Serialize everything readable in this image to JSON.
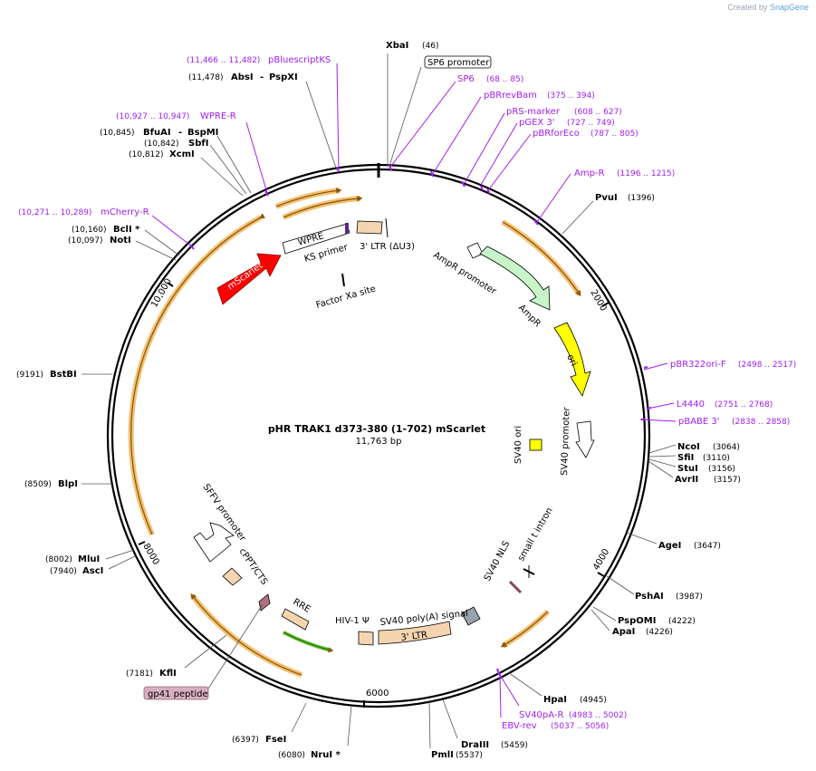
{
  "credit": {
    "prefix": "Created by",
    "brand": "SnapGene"
  },
  "plasmid": {
    "name": "pHR TRAK1 d373-380 (1-702) mScarlet",
    "length": "11,763 bp",
    "total_bp": 11763
  },
  "ticks": [
    {
      "bp": 2000,
      "label": "2000"
    },
    {
      "bp": 4000,
      "label": "4000"
    },
    {
      "bp": 6000,
      "label": "6000"
    },
    {
      "bp": 8000,
      "label": "8000"
    },
    {
      "bp": 10000,
      "label": "10,000"
    }
  ],
  "enzymes": [
    {
      "name": "XbaI",
      "pos": "(46)"
    },
    {
      "name": "AbsI",
      "name2": "PspXI",
      "pos": "(11,478)"
    },
    {
      "name": "BfuAI",
      "name2": "BspMI",
      "pos": "(10,845)"
    },
    {
      "name": "SbfI",
      "pos": "(10,842)"
    },
    {
      "name": "XcmI",
      "pos": "(10,812)"
    },
    {
      "name": "BclI *",
      "pos": "(10,160)"
    },
    {
      "name": "NotI",
      "pos": "(10,097)"
    },
    {
      "name": "BstBI",
      "pos": "(9191)"
    },
    {
      "name": "BlpI",
      "pos": "(8509)"
    },
    {
      "name": "MluI",
      "pos": "(8002)"
    },
    {
      "name": "AscI",
      "pos": "(7940)"
    },
    {
      "name": "KflI",
      "pos": "(7181)"
    },
    {
      "name": "FseI",
      "pos": "(6397)"
    },
    {
      "name": "NruI *",
      "pos": "(6080)"
    },
    {
      "name": "PmlI",
      "pos": "(5537)"
    },
    {
      "name": "DraIII",
      "pos": "(5459)"
    },
    {
      "name": "HpaI",
      "pos": "(4945)"
    },
    {
      "name": "PspOMI",
      "pos": "(4222)"
    },
    {
      "name": "ApaI",
      "pos": "(4226)"
    },
    {
      "name": "PshAI",
      "pos": "(3987)"
    },
    {
      "name": "AgeI",
      "pos": "(3647)"
    },
    {
      "name": "NcoI",
      "pos": "(3064)"
    },
    {
      "name": "SfiI",
      "pos": "(3110)"
    },
    {
      "name": "StuI",
      "pos": "(3156)"
    },
    {
      "name": "AvrII",
      "pos": "(3157)"
    },
    {
      "name": "PvuI",
      "pos": "(1396)"
    }
  ],
  "primers": [
    {
      "name": "pBluescriptKS",
      "pos": "(11,466 .. 11,482)"
    },
    {
      "name": "WPRE-R",
      "pos": "(10,927 .. 10,947)"
    },
    {
      "name": "mCherry-R",
      "pos": "(10,271 .. 10,289)"
    },
    {
      "name": "SP6",
      "pos": "(68 .. 85)"
    },
    {
      "name": "pBRrevBam",
      "pos": "(375 .. 394)"
    },
    {
      "name": "pRS-marker",
      "pos": "(608 .. 627)"
    },
    {
      "name": "pGEX 3'",
      "pos": "(727 .. 749)"
    },
    {
      "name": "pBRforEco",
      "pos": "(787 .. 805)"
    },
    {
      "name": "Amp-R",
      "pos": "(1196 .. 1215)"
    },
    {
      "name": "pBR322ori-F",
      "pos": "(2498 .. 2517)"
    },
    {
      "name": "L4440",
      "pos": "(2751 .. 2768)"
    },
    {
      "name": "pBABE 3'",
      "pos": "(2838 .. 2858)"
    },
    {
      "name": "SV40pA-R",
      "pos": "(4983 .. 5002)"
    },
    {
      "name": "EBV-rev",
      "pos": "(5037 .. 5056)"
    }
  ],
  "features": {
    "sp6_promoter": "SP6 promoter",
    "gp41_peptide": "gp41 peptide",
    "wpre": "WPRE",
    "ks_primer": "KS primer",
    "ltr3": "3' LTR (ΔU3)",
    "factor_xa": "Factor Xa site",
    "mscarlet": "mScarlet",
    "ampr_promoter": "AmpR promoter",
    "ampr": "AmpR",
    "ori": "ori",
    "sv40_ori": "SV40 ori",
    "sv40_promoter": "SV40 promoter",
    "small_t_intron": "small t intron",
    "sv40_nls": "SV40 NLS",
    "sv40_polya": "SV40 poly(A) signal",
    "ltr3_b": "3' LTR",
    "hiv_psi": "HIV-1 Ψ",
    "rre": "RRE",
    "cppt": "cPPT/CTS",
    "sffv": "SFFV promoter"
  },
  "colors": {
    "backbone": "#000000",
    "primer": "#a020f0",
    "mscarlet": "#ff0000",
    "ampr": "#c8f5c8",
    "ori": "#ffff00",
    "ltr": "#f5d5b0",
    "orf_arc": "#f5c070",
    "rre_arc": "#60c030",
    "gp41": "#d8b0c0"
  }
}
